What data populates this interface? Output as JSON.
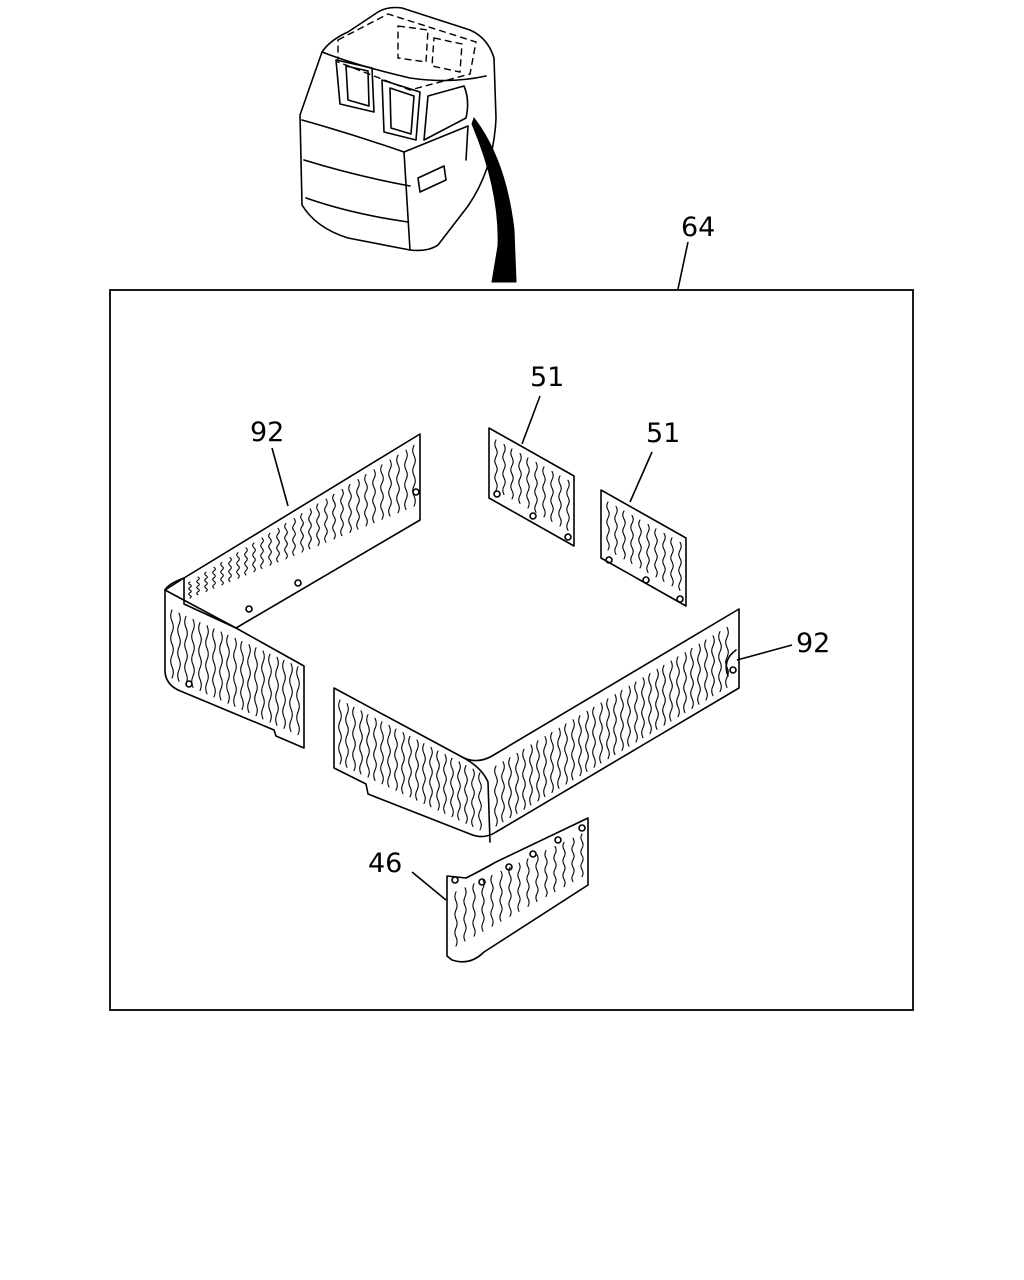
{
  "diagram": {
    "frame_label": "64",
    "callouts": [
      {
        "id": "panel-left-92",
        "text": "92"
      },
      {
        "id": "panel-rear-51a",
        "text": "51"
      },
      {
        "id": "panel-rear-51b",
        "text": "51"
      },
      {
        "id": "panel-right-92",
        "text": "92"
      },
      {
        "id": "panel-front-46",
        "text": "46"
      }
    ],
    "colors": {
      "line": "#000000",
      "background": "#ffffff"
    }
  }
}
